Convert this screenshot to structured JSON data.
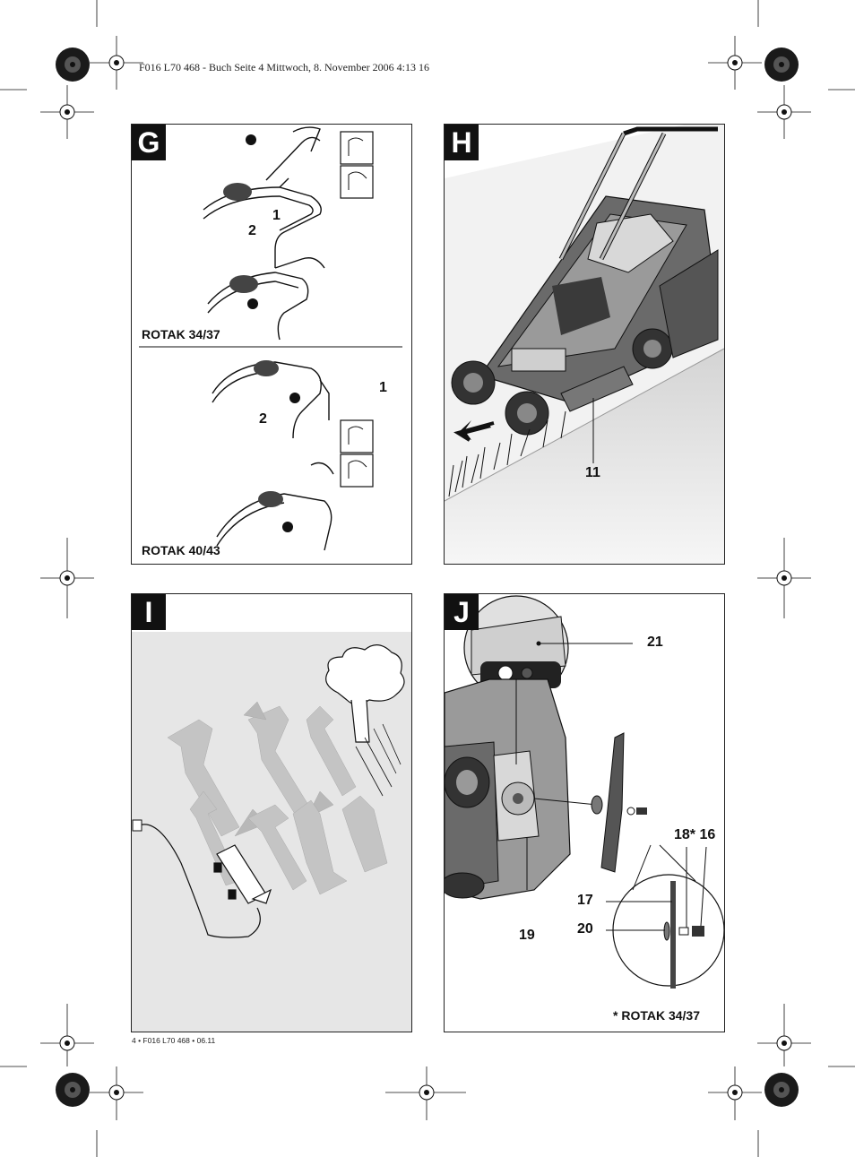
{
  "header": {
    "text": "F016 L70 468 - Buch  Seite 4  Mittwoch, 8. November 2006  4:13 16"
  },
  "footer": {
    "text": "4 • F016 L70 468 • 06.11"
  },
  "panels": {
    "g": {
      "letter": "G",
      "labels": {
        "l1a": "1",
        "l2a": "2",
        "l1b": "1",
        "l2b": "2"
      },
      "models": {
        "top": "ROTAK 34/37",
        "bottom": "ROTAK 40/43"
      }
    },
    "h": {
      "letter": "H",
      "labels": {
        "l11": "11"
      }
    },
    "i": {
      "letter": "I"
    },
    "j": {
      "letter": "J",
      "labels": {
        "l21": "21",
        "l18": "18* 16",
        "l17": "17",
        "l20": "20",
        "l19": "19"
      },
      "note": "* ROTAK 34/37"
    }
  },
  "colors": {
    "panel_i_bg": "#e6e6e6",
    "arrow_fill": "#c4c4c4",
    "ink": "#111111"
  }
}
